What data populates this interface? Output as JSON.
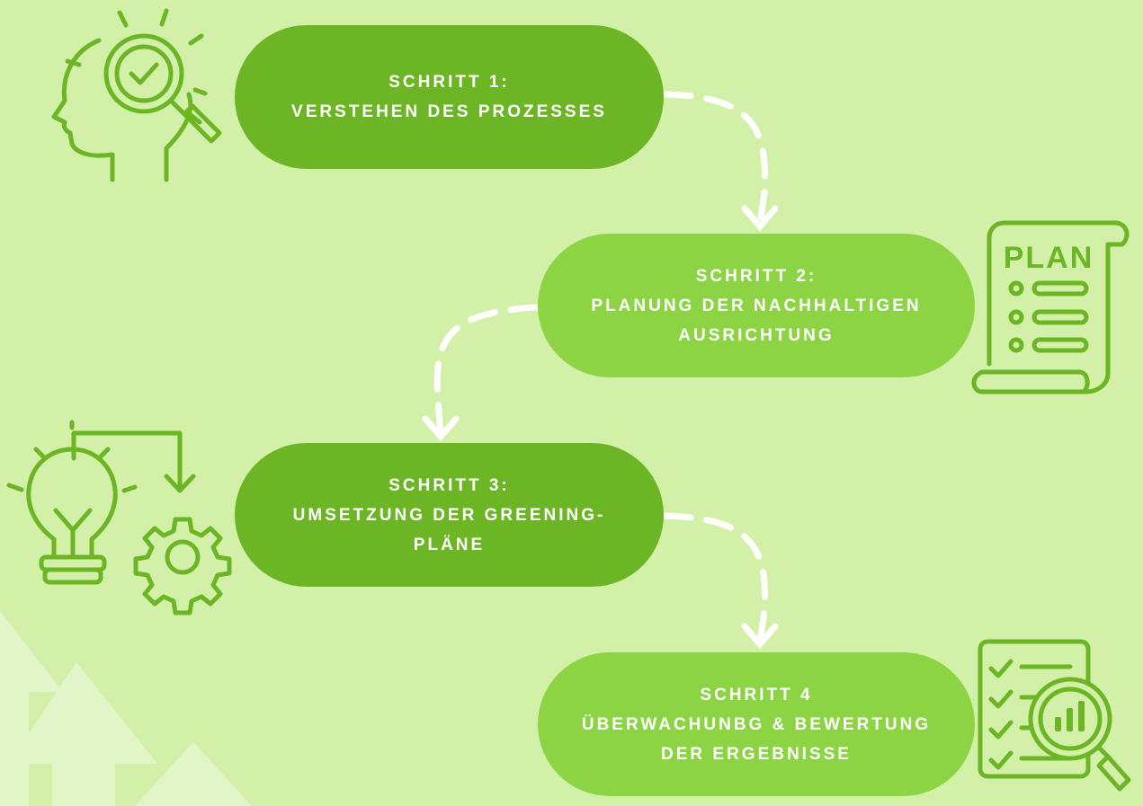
{
  "steps": [
    {
      "lines": [
        "SCHRITT 1:",
        "VERSTEHEN DES PROZESSES"
      ],
      "icon": "head-magnifier-check-icon"
    },
    {
      "lines": [
        "SCHRITT 2:",
        "PLANUNG DER NACHHALTIGEN",
        "AUSRICHTUNG"
      ],
      "icon": "plan-scroll-icon"
    },
    {
      "lines": [
        "SCHRITT 3:",
        "UMSETZUNG DER GREENING-",
        "PLÄNE"
      ],
      "icon": "lightbulb-gear-icon"
    },
    {
      "lines": [
        "SCHRITT 4",
        "ÜBERWACHUNBG & BEWERTUNG",
        "DER ERGEBNISSE"
      ],
      "icon": "checklist-chart-magnifier-icon"
    }
  ],
  "plan_label": "PLAN",
  "colors": {
    "background": "#d3f0a9",
    "pill_dark": "#6cb524",
    "pill_light": "#8dd444",
    "icon_stroke": "#6cb524",
    "connector": "#ffffff",
    "deco_triangles": "#e4f5cc"
  }
}
